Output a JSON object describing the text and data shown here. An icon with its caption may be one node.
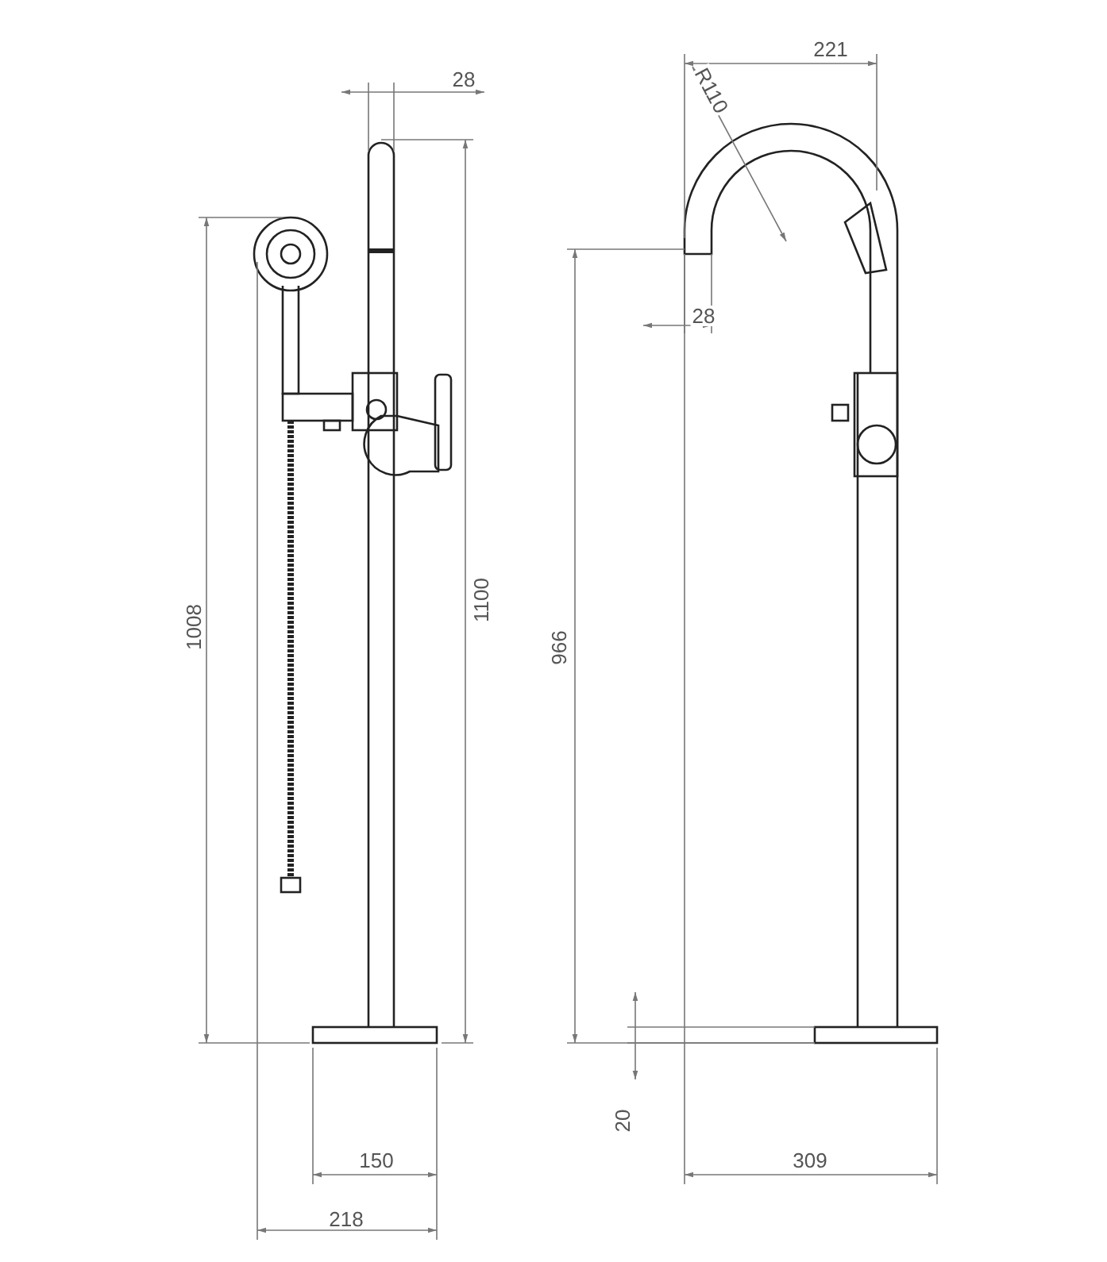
{
  "diagram": {
    "labels": [
      "28",
      "221",
      "R110",
      "1008",
      "1100",
      "966",
      "28",
      "20",
      "150",
      "218",
      "309"
    ]
  }
}
